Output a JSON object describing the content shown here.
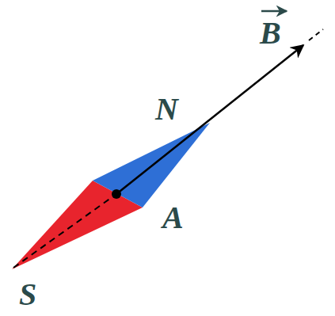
{
  "diagram": {
    "labels": [
      "B",
      "N",
      "A",
      "S"
    ]
  }
}
